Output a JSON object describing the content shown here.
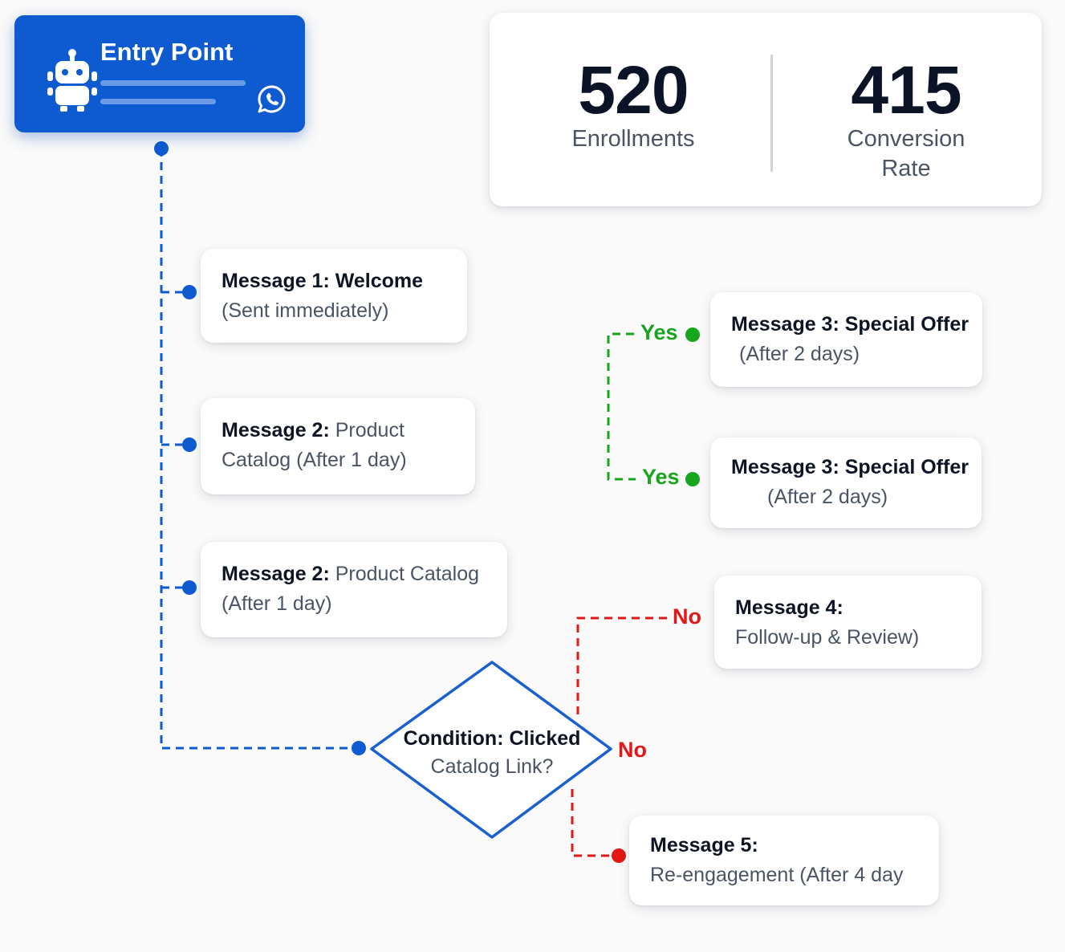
{
  "entry": {
    "title": "Entry Point",
    "robot_icon": "robot-icon",
    "whatsapp_icon": "whatsapp-icon",
    "brand_color": "#0e5bd1"
  },
  "stats": {
    "enrollments": {
      "value": "520",
      "label": "Enrollments"
    },
    "conversion": {
      "value": "415",
      "label_line1": "Conversion",
      "label_line2": "Rate"
    }
  },
  "messages": [
    {
      "title": "Message 1: Welcome",
      "subtitle": "(Sent immediately)"
    },
    {
      "title": "Message 2:",
      "subtitle_inline": " Product",
      "subtitle": "Catalog (After 1 day)"
    },
    {
      "title": "Message 2:",
      "subtitle_inline": " Product Catalog",
      "subtitle": "(After 1 day)"
    },
    {
      "title": "Message 3: Special Offer",
      "subtitle": "(After 2 days)"
    },
    {
      "title": "Message 3: Special Offer",
      "subtitle": "(After 2 days)"
    },
    {
      "title": "Message 4:",
      "subtitle": "Follow-up & Review)"
    },
    {
      "title": "Message 5:",
      "subtitle": "Re-engagement (After 4 day"
    }
  ],
  "condition": {
    "title": "Condition: Clicked",
    "subtitle": "Catalog Link?"
  },
  "branches": {
    "yes": "Yes",
    "no": "No"
  },
  "colors": {
    "main_line": "#0e5bd1",
    "yes": "#17a51d",
    "no": "#e01818"
  }
}
